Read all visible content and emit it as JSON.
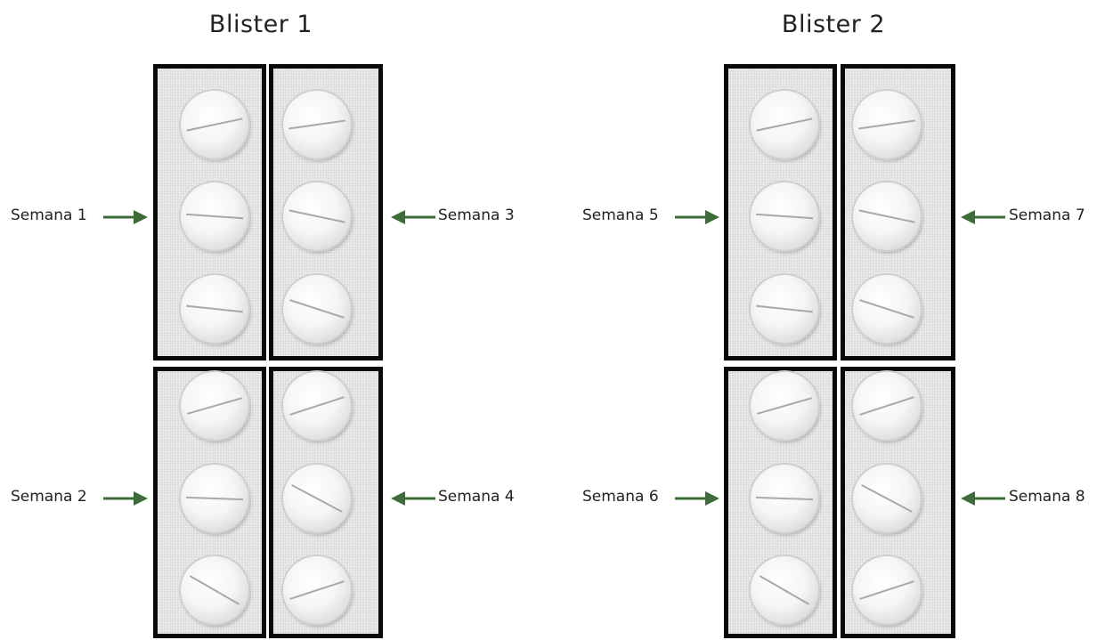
{
  "blisters": [
    {
      "title": "Blister 1"
    },
    {
      "title": "Blister 2"
    }
  ],
  "weeks": [
    "Semana 1",
    "Semana 2",
    "Semana 3",
    "Semana 4",
    "Semana 5",
    "Semana 6",
    "Semana 7",
    "Semana 8"
  ],
  "colors": {
    "arrow": "#3e6b3a",
    "frame": "#0a0a0a"
  }
}
